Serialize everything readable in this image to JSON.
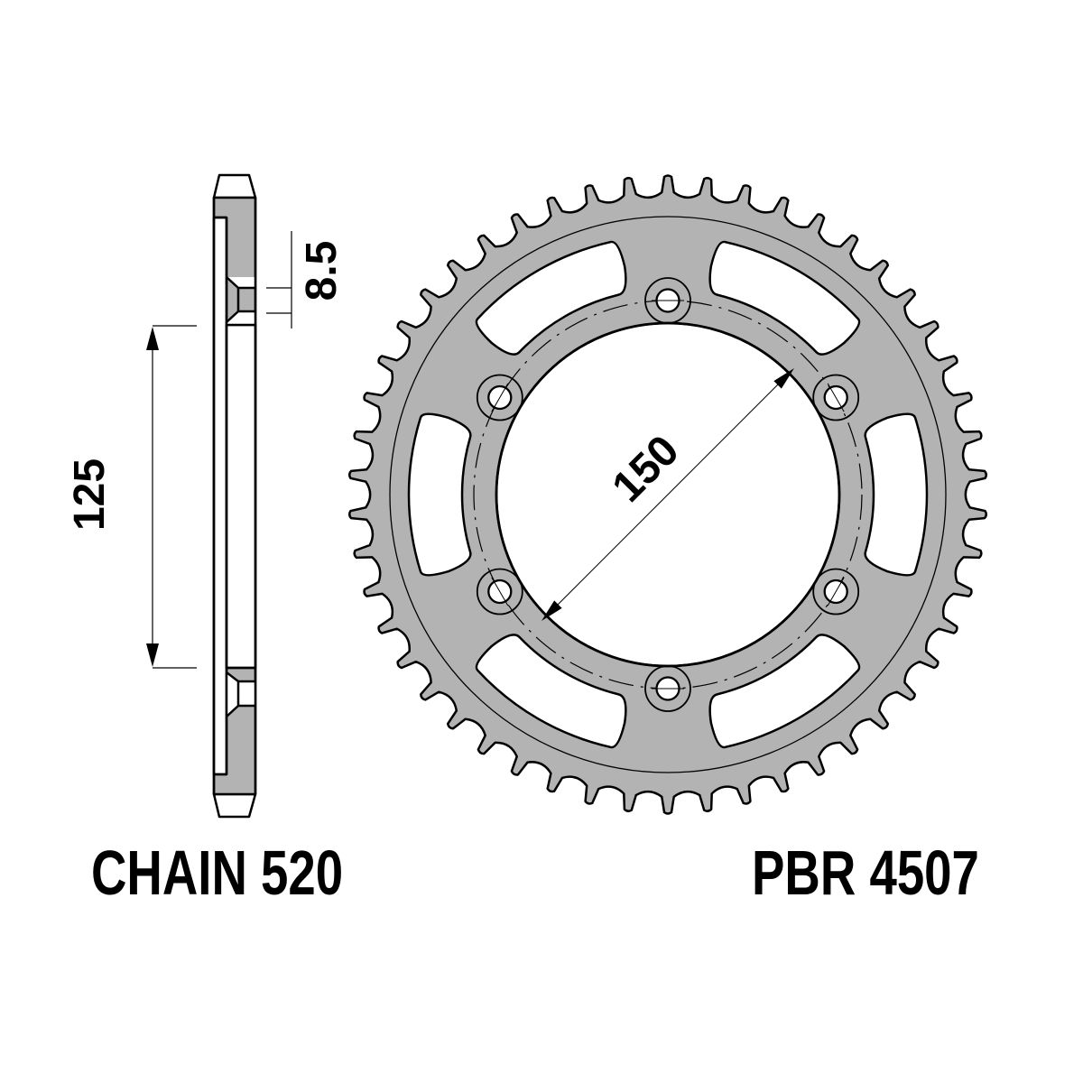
{
  "labels": {
    "chain": "CHAIN 520",
    "part_number": "PBR 4507"
  },
  "dimensions": {
    "hub_spacing": "125",
    "thickness": "8.5",
    "center_bore_diameter": "150"
  },
  "sprocket": {
    "teeth": 50,
    "bolt_holes": 6,
    "lightening_slots": 6
  },
  "colors": {
    "fill": "#b3b3b3",
    "stroke": "#000000",
    "background": "#ffffff"
  }
}
